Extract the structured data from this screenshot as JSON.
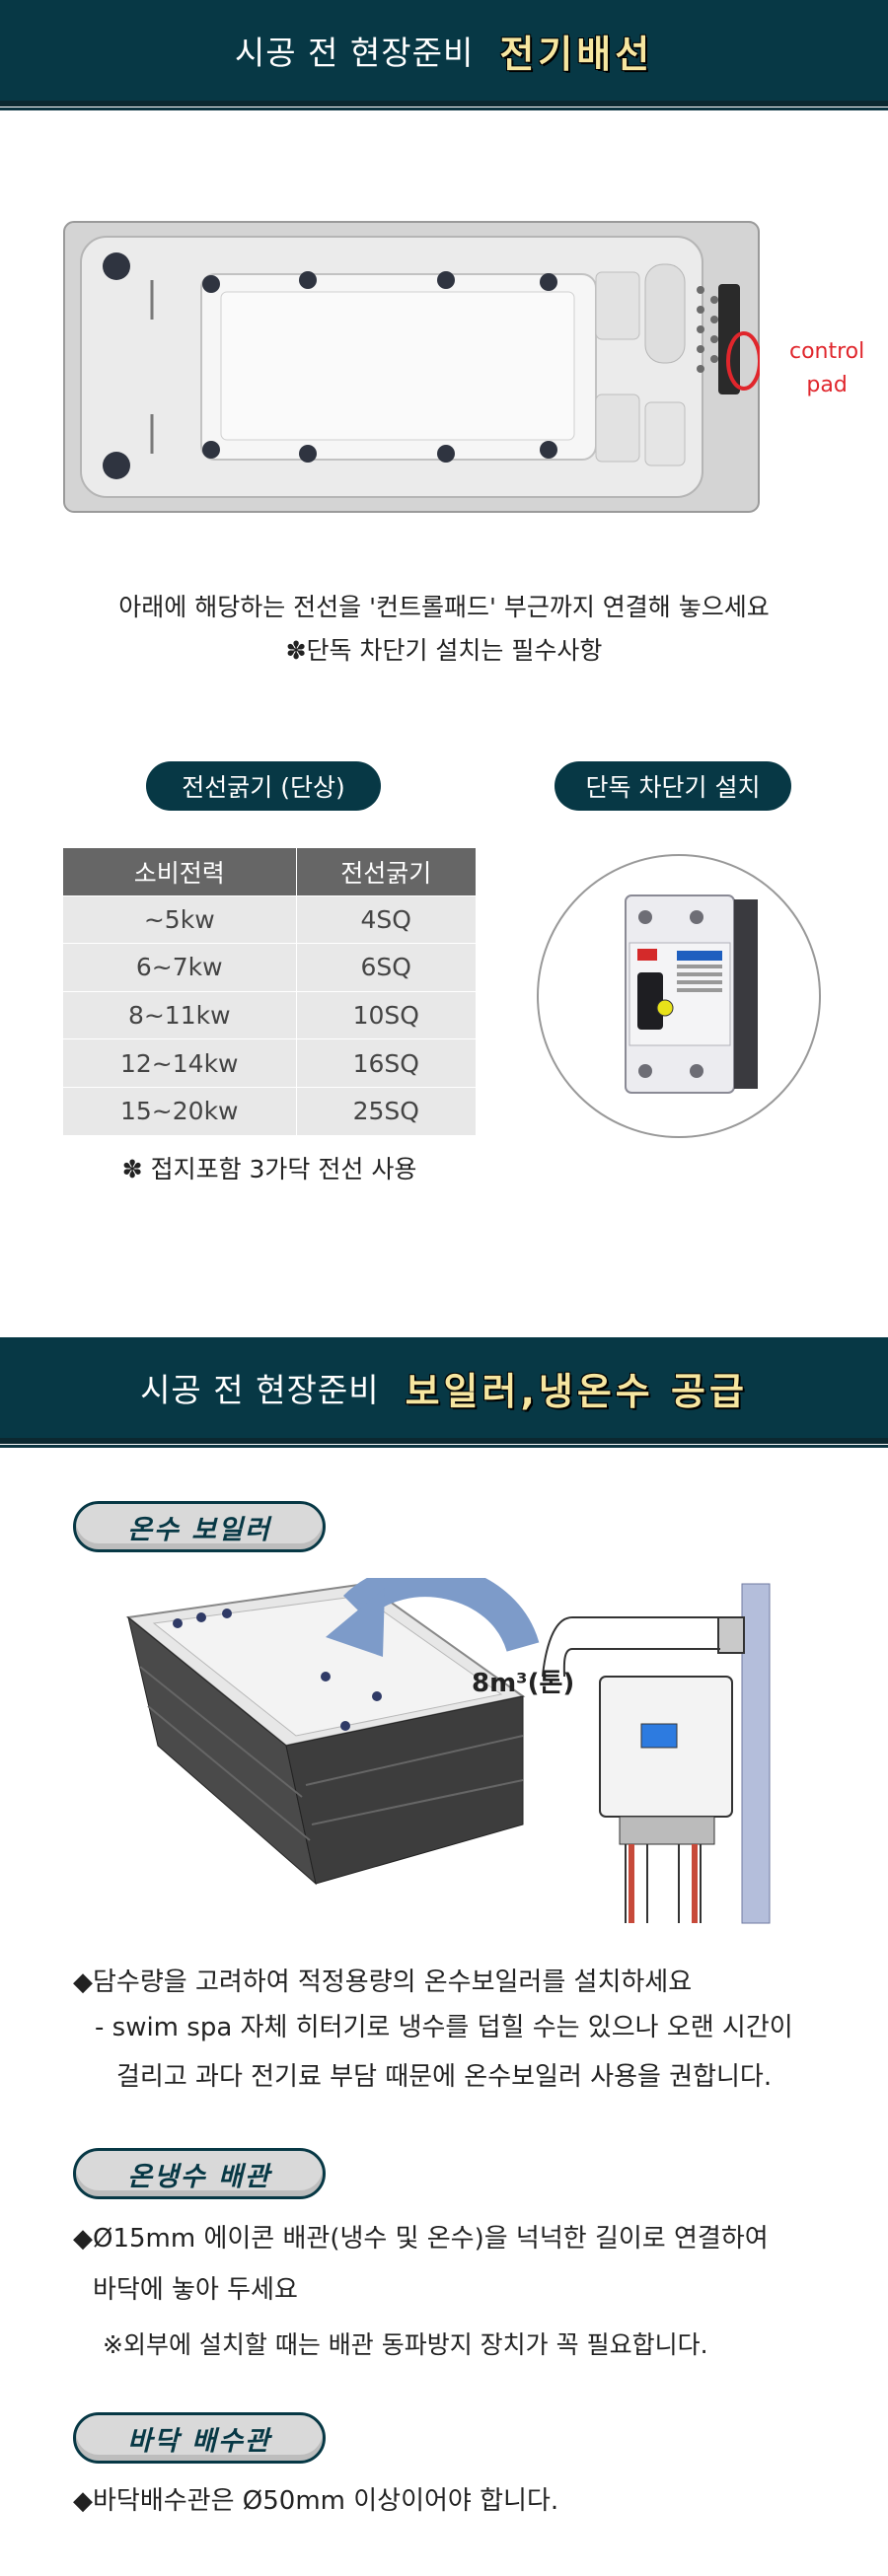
{
  "section1": {
    "sub": "시공 전 현장준비",
    "main": "전기배선"
  },
  "control_label": [
    "control",
    "pad"
  ],
  "intro": {
    "line1": "아래에 해당하는 전선을 '컨트롤패드' 부근까지 연결해 놓으세요",
    "line2": "✽단독 차단기 설치는 필수사항"
  },
  "wire_pill": "전선굵기 (단상)",
  "breaker_pill": "단독 차단기 설치",
  "wire_table": {
    "headers": [
      "소비전력",
      "전선굵기"
    ],
    "rows": [
      [
        "~5kw",
        "4SQ"
      ],
      [
        "6~7kw",
        "6SQ"
      ],
      [
        "8~11kw",
        "10SQ"
      ],
      [
        "12~14kw",
        "16SQ"
      ],
      [
        "15~20kw",
        "25SQ"
      ]
    ]
  },
  "ground_note": "✽ 접지포함 3가닥 전선 사용",
  "section2": {
    "sub": "시공 전 현장준비",
    "main": "보일러,냉온수 공급"
  },
  "boiler": {
    "title": "온수 보일러",
    "volume_label": "8m³(톤)",
    "line1": "◆담수량을 고려하여 적정용량의 온수보일러를 설치하세요",
    "line2": "- swim spa 자체 히터기로 냉수를 덥힐 수는 있으나 오랜 시간이",
    "line3": "걸리고 과다 전기료 부담 때문에 온수보일러 사용을 권합니다."
  },
  "piping": {
    "title": "온냉수 배관",
    "line1": "◆Ø15mm 에이콘 배관(냉수 및 온수)을 넉넉한 길이로 연결하여",
    "line2": "바닥에 놓아 두세요",
    "line3": "※외부에 설치할 때는 배관 동파방지 장치가 꼭 필요합니다."
  },
  "drain": {
    "title": "바닥 배수관",
    "line1": "◆바닥배수관은 Ø50mm 이상이어야 합니다."
  },
  "colors": {
    "header_bg": "#073845",
    "header_accent": "#f6e6a0",
    "control_label": "#e0262c"
  }
}
